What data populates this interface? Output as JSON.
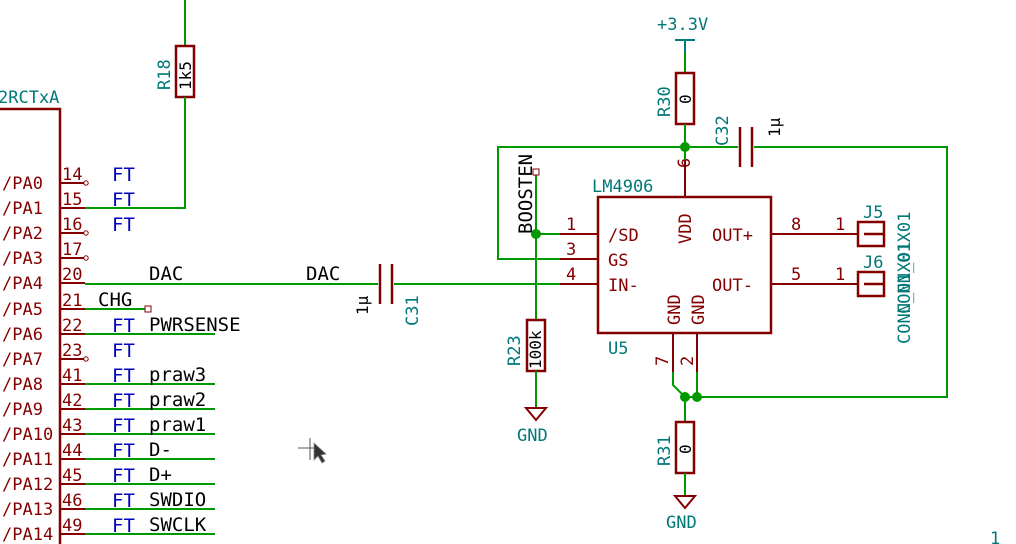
{
  "mcu": {
    "ref_partial": "2RCTxA",
    "pins": [
      {
        "name": "/PA0",
        "num": "14",
        "tag": "FT",
        "net": ""
      },
      {
        "name": "/PA1",
        "num": "15",
        "tag": "FT",
        "net": ""
      },
      {
        "name": "/PA2",
        "num": "16",
        "tag": "FT",
        "net": ""
      },
      {
        "name": "/PA3",
        "num": "17",
        "tag": "",
        "net": ""
      },
      {
        "name": "/PA4",
        "num": "20",
        "tag": "",
        "net": "DAC"
      },
      {
        "name": "/PA5",
        "num": "21",
        "tag": "",
        "net": "CHG"
      },
      {
        "name": "/PA6",
        "num": "22",
        "tag": "FT",
        "net": "PWRSENSE"
      },
      {
        "name": "/PA7",
        "num": "23",
        "tag": "FT",
        "net": ""
      },
      {
        "name": "/PA8",
        "num": "41",
        "tag": "FT",
        "net": "praw3"
      },
      {
        "name": "/PA9",
        "num": "42",
        "tag": "FT",
        "net": "praw2"
      },
      {
        "name": "/PA10",
        "num": "43",
        "tag": "FT",
        "net": "praw1"
      },
      {
        "name": "/PA11",
        "num": "44",
        "tag": "FT",
        "net": "D-"
      },
      {
        "name": "/PA12",
        "num": "45",
        "tag": "FT",
        "net": "D+"
      },
      {
        "name": "/PA13",
        "num": "46",
        "tag": "FT",
        "net": "SWDIO"
      },
      {
        "name": "/PA14",
        "num": "49",
        "tag": "FT",
        "net": "SWCLK"
      }
    ]
  },
  "r18": {
    "ref": "R18",
    "value": "1k5"
  },
  "dac_label": "DAC",
  "c31": {
    "ref": "C31",
    "value": "1µ"
  },
  "boosten_label": "BOOSTEN",
  "r23": {
    "ref": "R23",
    "value": "100k"
  },
  "gnd_label": "GND",
  "power_label": "+3.3V",
  "r30": {
    "ref": "R30",
    "value": "0"
  },
  "c32": {
    "ref": "C32",
    "value": "1µ"
  },
  "r31": {
    "ref": "R31",
    "value": "0"
  },
  "amp": {
    "ref": "U5",
    "value": "LM4906",
    "pin_sd_name": "/SD",
    "pin_sd_num": "1",
    "pin_gs_name": "GS",
    "pin_gs_num": "3",
    "pin_in_name": "IN-",
    "pin_in_num": "4",
    "pin_vdd_name": "VDD",
    "pin_vdd_num": "6",
    "pin_outp_name": "OUT+",
    "pin_outp_num": "8",
    "pin_outm_name": "OUT-",
    "pin_outm_num": "5",
    "pin_gnd1_name": "GND",
    "pin_gnd1_num": "7",
    "pin_gnd2_name": "GND",
    "pin_gnd2_num": "2"
  },
  "j5": {
    "ref": "J5",
    "pin": "1"
  },
  "j6": {
    "ref": "J6",
    "pin": "1"
  },
  "conn_value": "CONN_01X01",
  "corner_mark": "1",
  "colors": {
    "wire": "#009a00",
    "component": "#840000",
    "reference_text": "#007878",
    "pin_type_text": "#0000c0",
    "net_text": "#000000",
    "background": "#ffffff"
  }
}
